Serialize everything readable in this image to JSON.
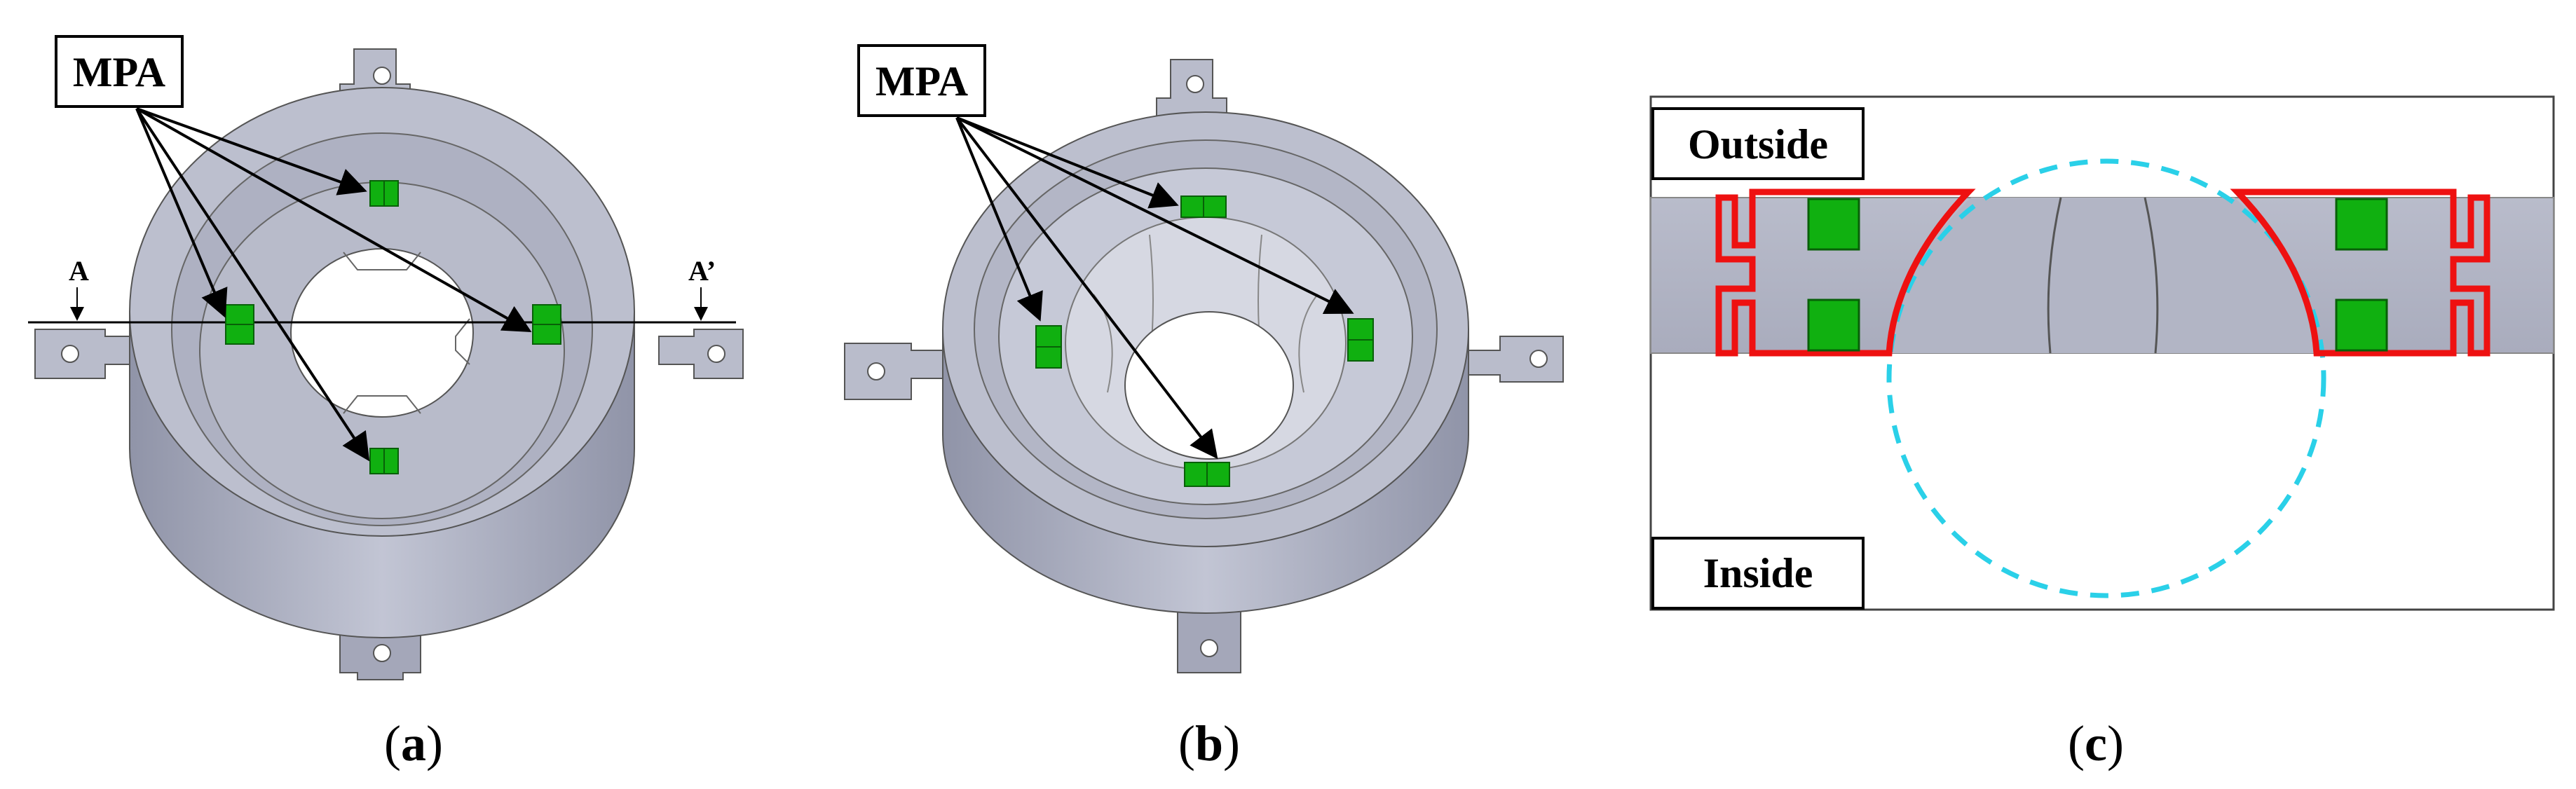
{
  "panels": [
    {
      "id": "a",
      "label": "MPA",
      "section_start": "A",
      "section_end": "A’",
      "caption_open": "(",
      "caption_letter": "a",
      "caption_close": ")"
    },
    {
      "id": "b",
      "label": "MPA",
      "caption_open": "(",
      "caption_letter": "b",
      "caption_close": ")"
    },
    {
      "id": "c",
      "outside_label": "Outside",
      "inside_label": "Inside",
      "caption_open": "(",
      "caption_letter": "c",
      "caption_close": ")"
    }
  ],
  "colors": {
    "metal": "#b4b7c8",
    "metal_dark": "#8a8ea2",
    "metal_light": "#cfd2de",
    "sensor": "#10b010",
    "seal_outline": "#ee1111",
    "cavity_circle": "#2ad0e8",
    "line": "#000000"
  }
}
